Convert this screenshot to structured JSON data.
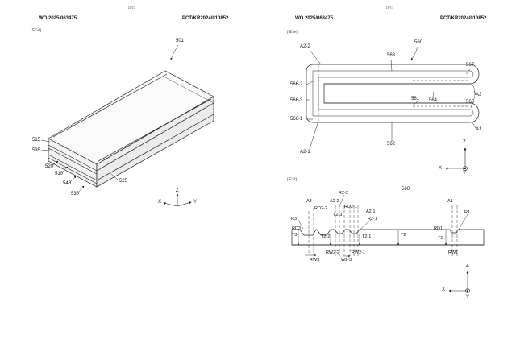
{
  "left_page": {
    "page_number": "12/13",
    "pub_number": "WO 2025/063475",
    "app_number": "PCT/KR2024/010852",
    "figure_label": "[도5d]",
    "labels": {
      "l501": "501",
      "l515": "515",
      "l535": "535",
      "l520": "520",
      "l510": "510",
      "l540": "540",
      "l530": "530",
      "l525": "525",
      "axis_x": "X",
      "axis_y": "Y",
      "axis_z": "Z"
    }
  },
  "right_page": {
    "page_number": "13/13",
    "pub_number": "WO 2025/063475",
    "app_number": "PCT/KR2024/010852",
    "figure_top_label": "[도5e]",
    "figure_bottom_label": "[도5f]",
    "top_labels": {
      "l560": "560",
      "a2_2": "A2-2",
      "l563": "563",
      "l567": "567",
      "l566_2": "566-2",
      "l566_3": "566-3",
      "l561": "561",
      "l564": "564",
      "a3": "A3",
      "l565": "565",
      "l566_1": "566-1",
      "a1": "A1",
      "a2_1": "A2-1",
      "l562": "562",
      "axis_z": "Z",
      "axis_x": "X",
      "axis_y": "Y"
    },
    "bottom_labels": {
      "l560": "560",
      "r2_2": "R2-2",
      "a3": "A3",
      "rd2_2": "RD2-2",
      "a2_2": "A2-2",
      "rd2_1": "RD2-1",
      "a2_1": "A2-1",
      "r2_1": "R2-1",
      "a1": "A1",
      "r1": "R1",
      "r3": "R3",
      "t2_3": "T2-3",
      "rd3": "RD3",
      "t3": "T3",
      "t2_2": "T2-2",
      "t2_1": "T2-1",
      "t2": "T2",
      "rd1": "RD1",
      "t1": "T1",
      "rw2_2": "RW2-2",
      "rw2_1": "RW2-1",
      "rw3": "RW3",
      "w2_3": "W2-3",
      "rw1": "RW1",
      "axis_z": "Z",
      "axis_x": "X",
      "axis_y": "Y"
    }
  }
}
